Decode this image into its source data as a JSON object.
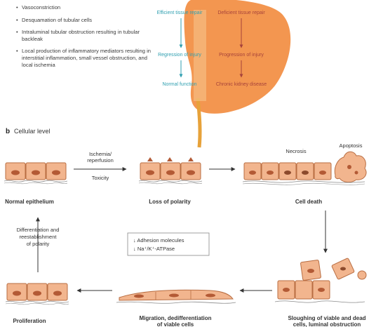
{
  "panel_a": {
    "bullets": [
      "Vasoconstriction",
      "Desquamation of tubular cells",
      "Intraluminal tubular obstruction resulting in tubular backleak",
      "Local production of inflammatory mediators resulting in interstitial inflammation, small vessel obstruction, and local ischemia"
    ],
    "flow_left": [
      "Efficient tissue repair",
      "Regression of injury",
      "Normal function"
    ],
    "flow_right": [
      "Deficient tissue repair",
      "Progression of injury",
      "Chronic kidney disease"
    ]
  },
  "panel_b": {
    "letter": "b",
    "title": "Cellular level",
    "arrow_top_label": [
      "Ischemia/",
      "reperfusion"
    ],
    "arrow_toxicity_label": "Toxicity",
    "necrosis_label": "Necrosis",
    "apoptosis_label": "Apoptosis",
    "stages": {
      "normal": "Normal epithelium",
      "loss_polarity": "Loss of polarity",
      "cell_death": "Cell death",
      "proliferation": "Proliferation",
      "migration": [
        "Migration, dedifferentiation",
        "of viable cells"
      ],
      "sloughing": [
        "Sloughing of viable and dead",
        "cells, luminal obstruction"
      ]
    },
    "differentiation_label": [
      "Differentiation and",
      "reestablishment",
      "of polarity"
    ],
    "legend": [
      "↓ Adhesion molecules",
      "↓ Na⁺/K⁺-ATPase"
    ]
  },
  "colors": {
    "cell_fill": "#f2b58e",
    "cell_stroke": "#b86d42",
    "nucleus": "#b35a35",
    "kidney": "#f39650",
    "arrow": "#333333"
  }
}
